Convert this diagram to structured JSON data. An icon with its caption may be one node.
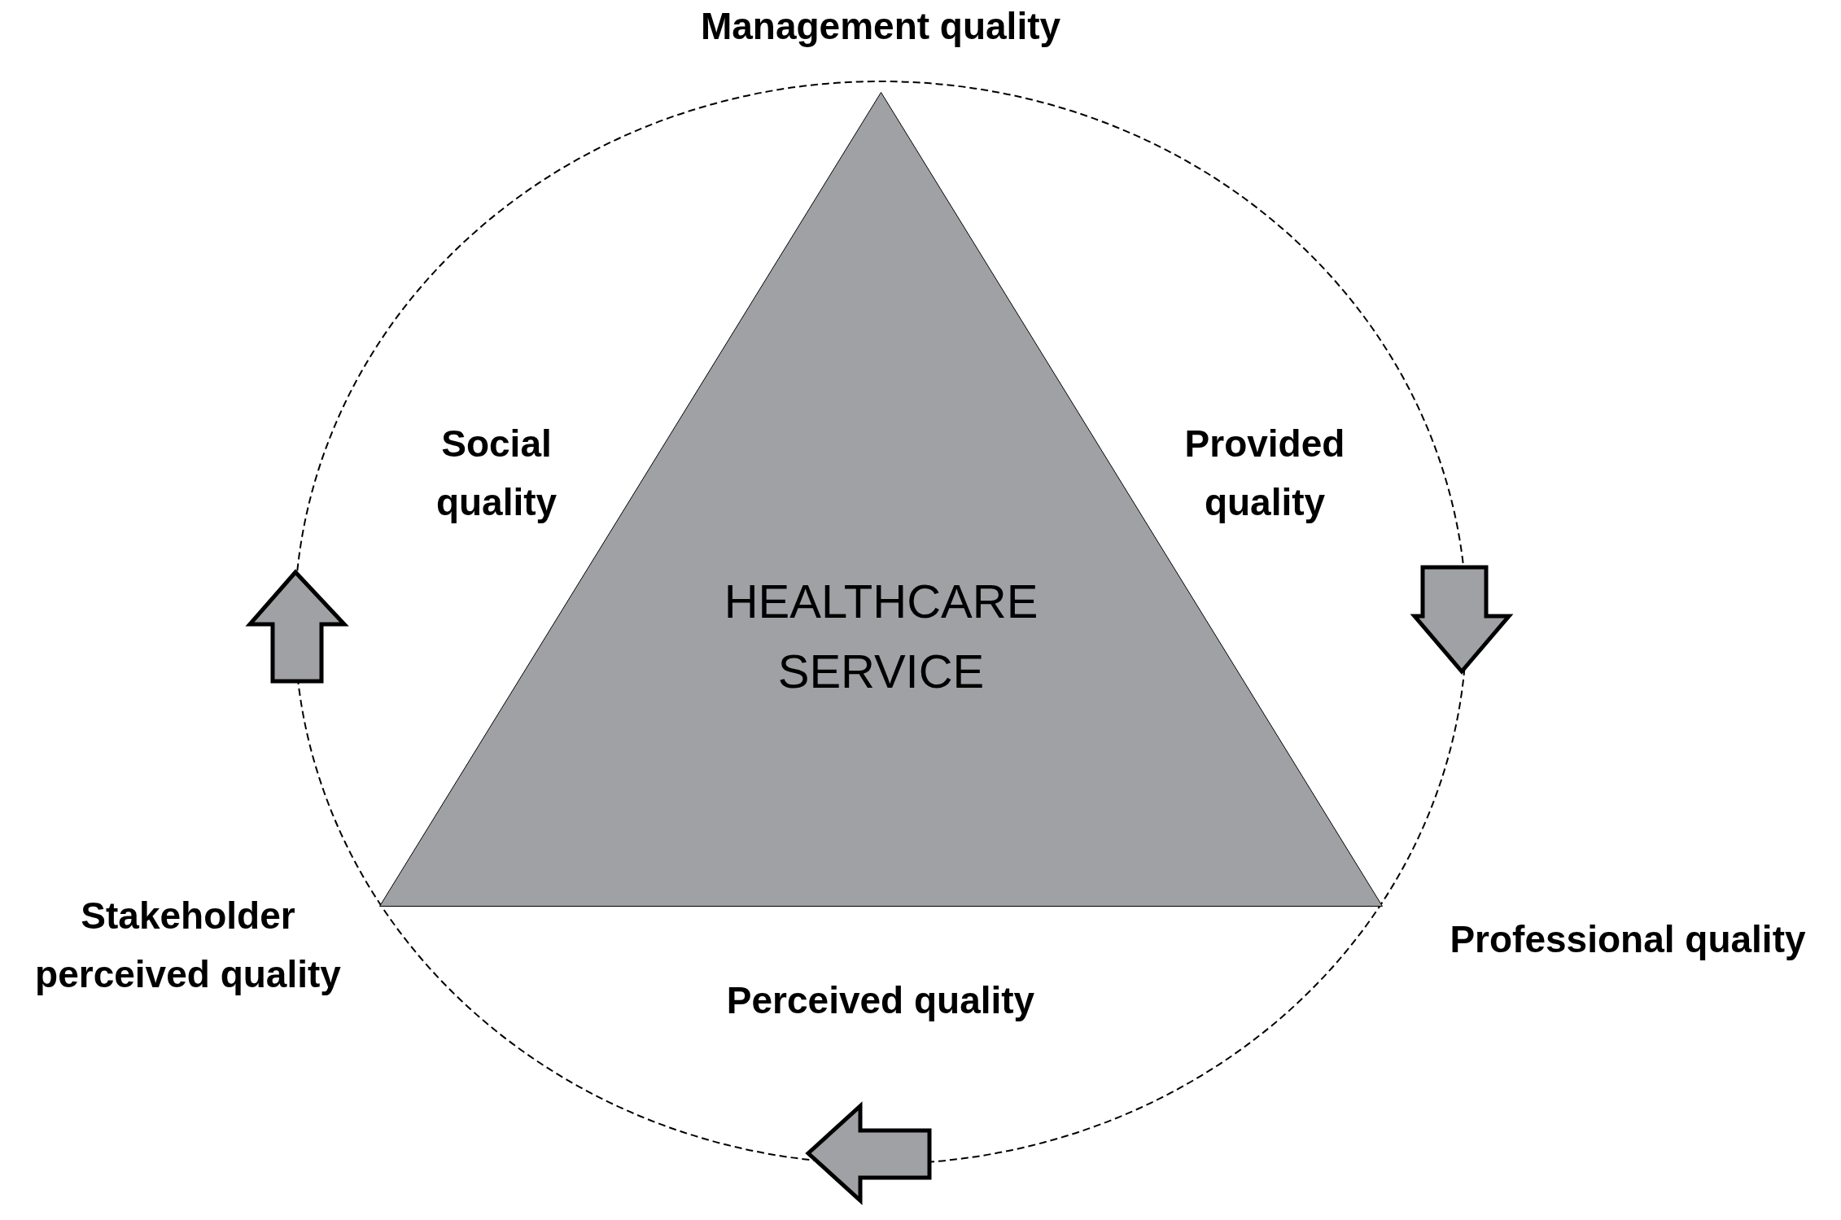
{
  "diagram": {
    "nodes": [
      {
        "text": [
          "HEALTHCARE SERVICE"
        ]
      }
    ],
    "labels": [
      "Management quality",
      "Social quality",
      "Provided quality",
      "Stakeholder perceived quality",
      "Professional quality",
      "Perceived quality"
    ]
  }
}
